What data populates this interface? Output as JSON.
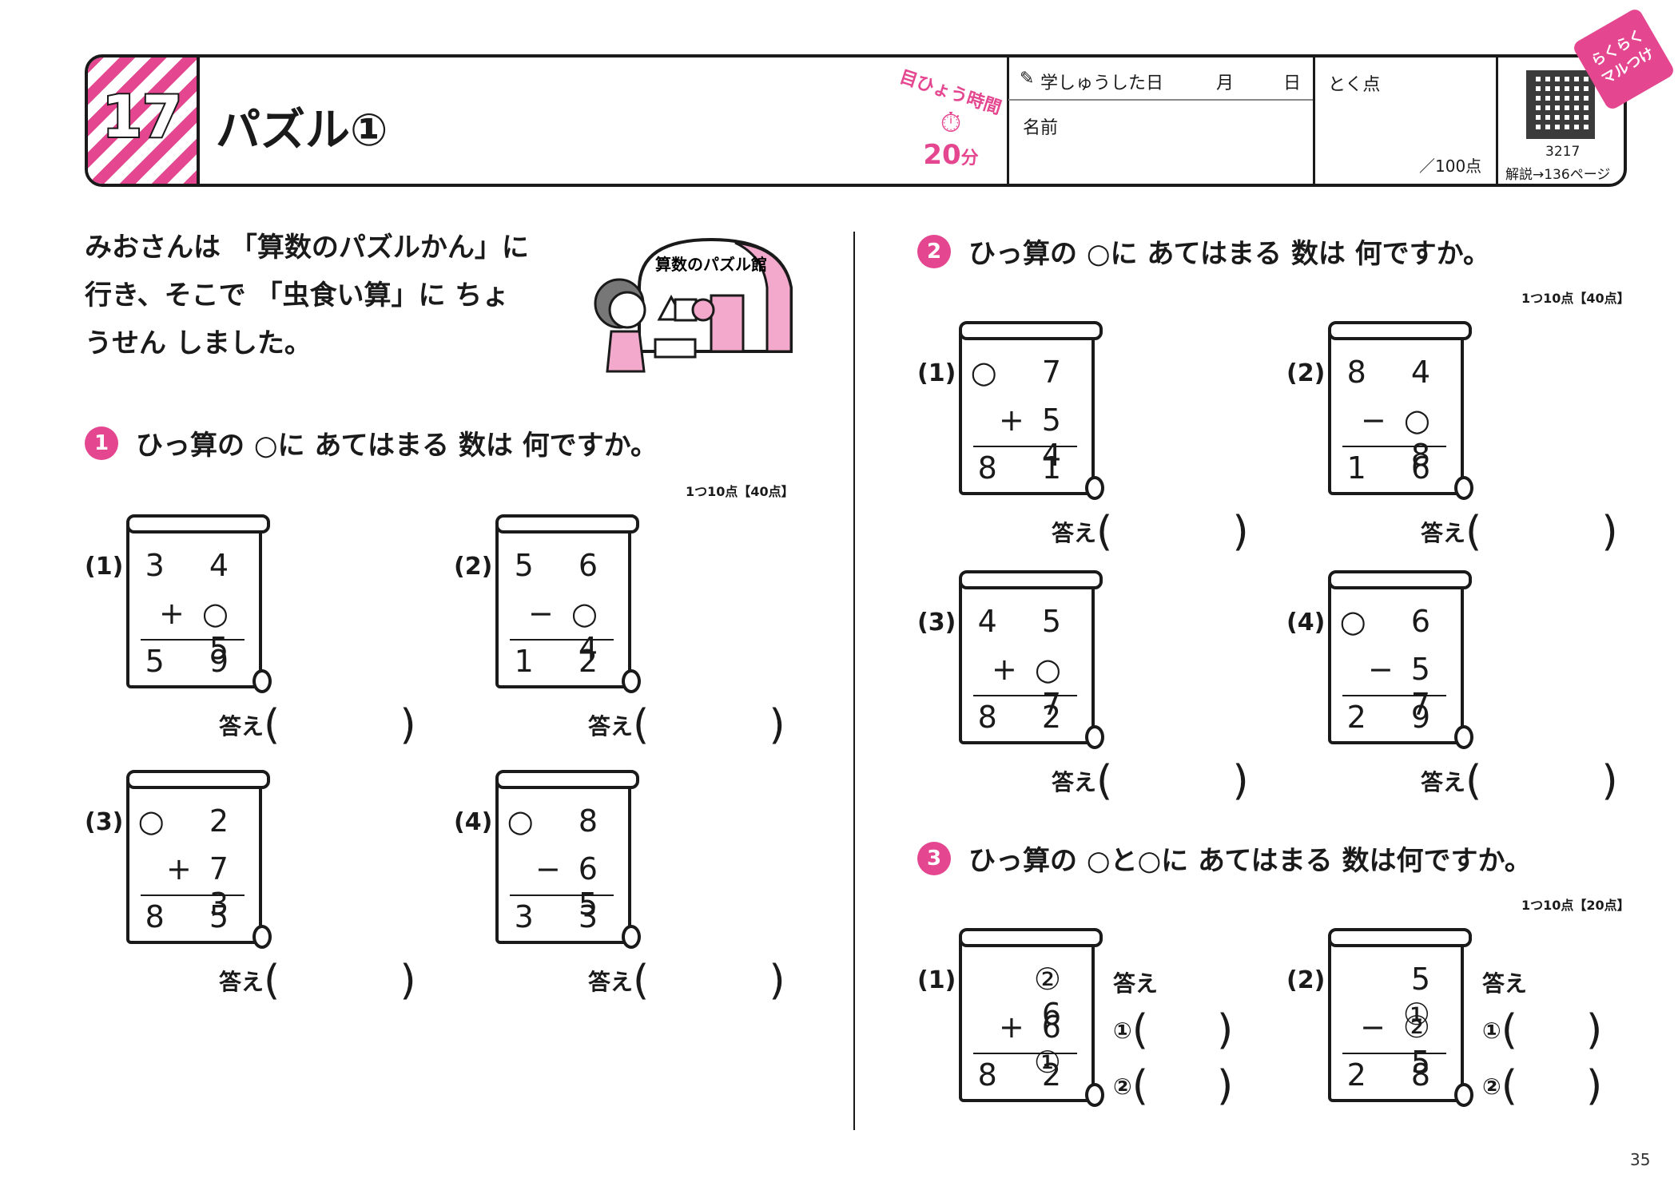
{
  "header": {
    "number": "17",
    "title": "パズル①",
    "goal_label": "目ひょう時間",
    "goal_value": "20",
    "goal_unit": "分",
    "date_label": "学しゅうした日",
    "month_label": "月",
    "day_label": "日",
    "name_label": "名前",
    "score_label": "とく点",
    "score_total": "／100点",
    "qr_code": "3217",
    "answer_ref": "解説→136ページ",
    "badge": "らくらく マルつけ"
  },
  "intro": {
    "line1": "みおさんは 「算数のパズルかん」に",
    "line2": "行き、そこで 「虫食い算」に ちょ",
    "line3": "うせん しました。"
  },
  "illustration_sign": "算数のパズル館",
  "q1": {
    "num": "1",
    "text": "ひっ算の ○に あてはまる 数は 何ですか。",
    "points": "1つ10点【40点】",
    "problems": [
      {
        "label": "(1)",
        "top": "3 4",
        "mid": "+○ 5",
        "bot": "5 9"
      },
      {
        "label": "(2)",
        "top": "5 6",
        "mid": "−○ 4",
        "bot": "1 2"
      },
      {
        "label": "(3)",
        "top": "○ 2",
        "mid": "+7 3",
        "bot": "8 5"
      },
      {
        "label": "(4)",
        "top": "○ 8",
        "mid": "−6 5",
        "bot": "3 3"
      }
    ]
  },
  "q2": {
    "num": "2",
    "text": "ひっ算の ○に あてはまる 数は 何ですか。",
    "points": "1つ10点【40点】",
    "problems": [
      {
        "label": "(1)",
        "top": "○ 7",
        "mid": "+5 4",
        "bot": "8 1"
      },
      {
        "label": "(2)",
        "top": "8 4",
        "mid": "−○ 8",
        "bot": "1 6"
      },
      {
        "label": "(3)",
        "top": "4 5",
        "mid": "+○ 7",
        "bot": "8 2"
      },
      {
        "label": "(4)",
        "top": "○ 6",
        "mid": "−5 7",
        "bot": "2 9"
      }
    ]
  },
  "q3": {
    "num": "3",
    "text": "ひっ算の ○と○に あてはまる 数は何ですか。",
    "points": "1つ10点【20点】",
    "problems": [
      {
        "label": "(1)",
        "top": "② 6",
        "mid": "+6 ①",
        "bot": "8 2"
      },
      {
        "label": "(2)",
        "top": "5 ①",
        "mid": "−② 5",
        "bot": "2 8"
      }
    ],
    "mark1": "①",
    "mark2": "②"
  },
  "answer_label": "答え",
  "open_paren": "(",
  "close_paren": ")",
  "page_number": "35",
  "colors": {
    "accent": "#e4468f"
  }
}
